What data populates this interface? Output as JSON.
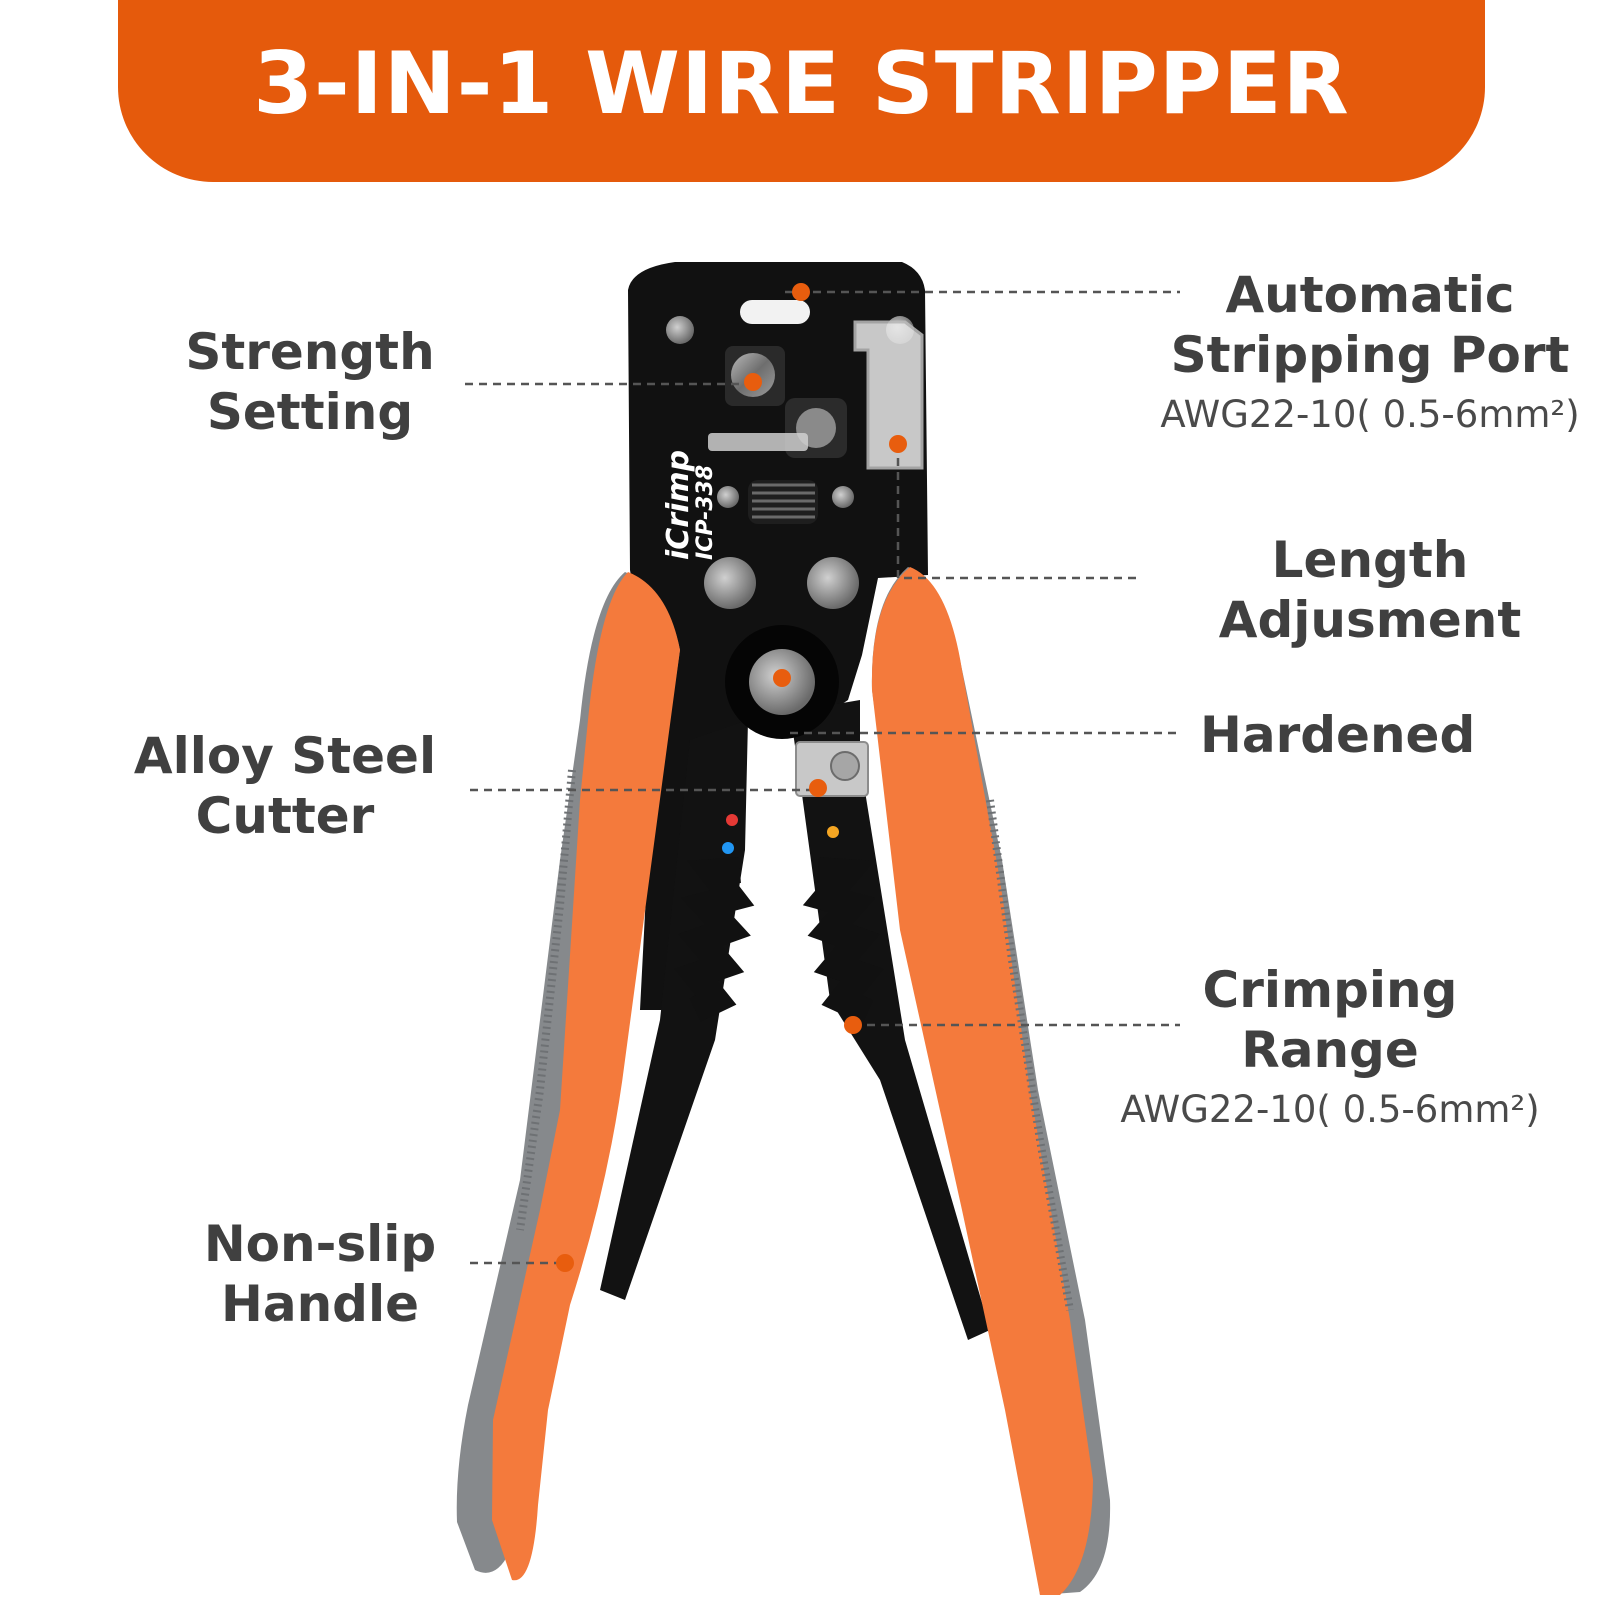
{
  "banner": {
    "title": "3-IN-1 WIRE STRIPPER"
  },
  "tool": {
    "brand": "iCrimp",
    "model": "ICP-338",
    "colors": {
      "handle_orange": "#f47a3c",
      "handle_grey": "#86898c",
      "body_black": "#111111",
      "marker_dot": "#e85d0e",
      "banner_orange": "#e55a0c"
    }
  },
  "callouts": {
    "strength_setting": {
      "line1": "Strength",
      "line2": "Setting"
    },
    "auto_port": {
      "line1": "Automatic",
      "line2": "Stripping Port",
      "spec": "AWG22-10( 0.5-6mm²)"
    },
    "length_adjustment": {
      "line1": "Length",
      "line2": "Adjusment"
    },
    "hardened": {
      "line1": "Hardened"
    },
    "alloy_cutter": {
      "line1": "Alloy Steel",
      "line2": "Cutter"
    },
    "crimping_range": {
      "line1": "Crimping",
      "line2": "Range",
      "spec": "AWG22-10( 0.5-6mm²)"
    },
    "non_slip_handle": {
      "line1": "Non-slip",
      "line2": "Handle"
    }
  }
}
